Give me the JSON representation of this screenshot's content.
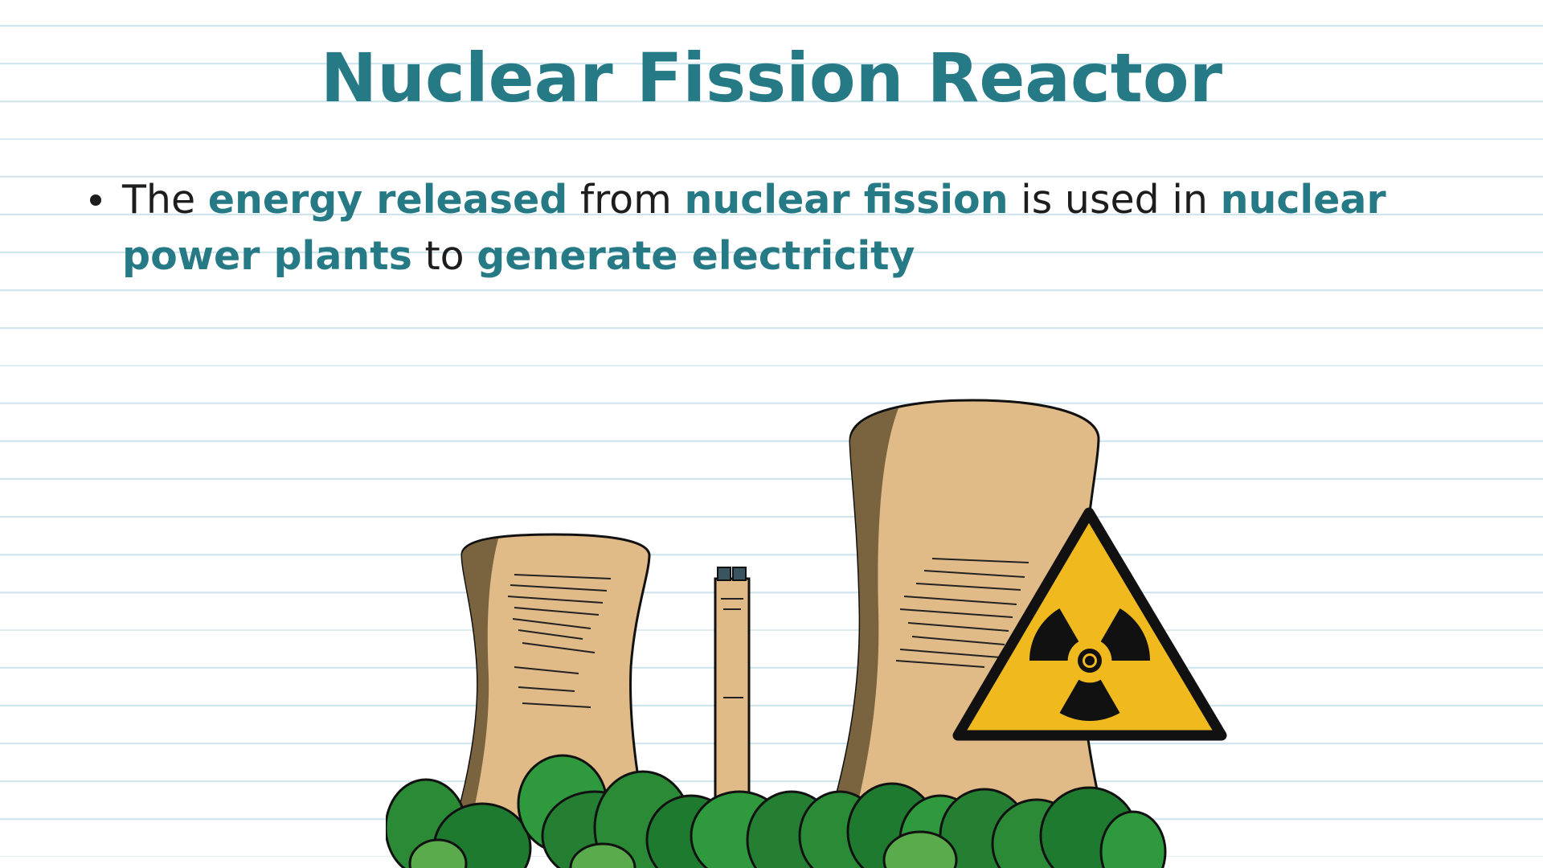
{
  "slide": {
    "title": "Nuclear Fission Reactor",
    "bullet": {
      "t1": "The ",
      "t2": "energy released",
      "t3": " from ",
      "t4": "nuclear fission",
      "t5": " is used in ",
      "t6": "nuclear power plants",
      "t7": " to ",
      "t8": "generate electricity"
    }
  },
  "colors": {
    "accent": "#267a85",
    "text": "#1d1d1d",
    "ruled_line": "#cfe4ec",
    "tower_body": "#e1bb87",
    "tower_shade": "#7a6440",
    "warning_yellow": "#f0b91e",
    "tree_green": "#2b8a36"
  },
  "icons": [
    "radiation-warning-icon"
  ]
}
